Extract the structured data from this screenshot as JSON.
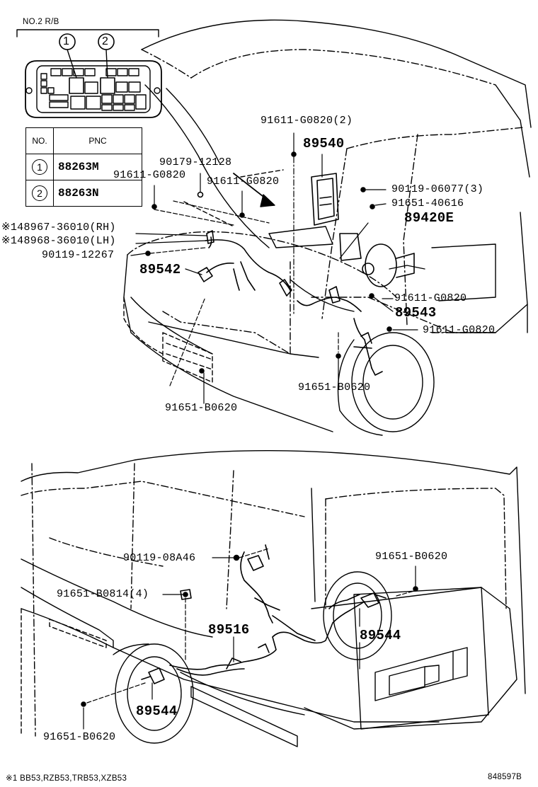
{
  "relay_block": {
    "title": "NO.2 R/B",
    "marker_1": "1",
    "marker_2": "2"
  },
  "pnc_table": {
    "headers": [
      "NO.",
      "PNC"
    ],
    "rows": [
      {
        "no": "1",
        "pnc": "88263M"
      },
      {
        "no": "2",
        "pnc": "88263N"
      }
    ]
  },
  "front_labels": {
    "p91611_g0820_2": "91611-G0820(2)",
    "p89540": "89540",
    "p90179_12128": "90179-12128",
    "p91611_g0820_a": "91611-G0820",
    "p91611_g0820_b": "91611-G0820",
    "p90119_06077_3": "90119-06077(3)",
    "p91651_40616": "91651-40616",
    "p89420e": "89420E",
    "p148967_rh": "※148967-36010(RH)",
    "p148968_lh": "※148968-36010(LH)",
    "p90119_12267": "90119-12267",
    "p89542": "89542",
    "p91611_g0820_c": "91611-G0820",
    "p89543": "89543",
    "p91611_g0820_d": "91611-G0820",
    "p91651_b0620_a": "91651-B0620",
    "p91651_b0620_b": "91651-B0620"
  },
  "rear_labels": {
    "p90119_08a46": "90119-08A46",
    "p91651_b0620_c": "91651-B0620",
    "p91651_b0814_4": "91651-B0814(4)",
    "p89516": "89516",
    "p89544_a": "89544",
    "p89544_b": "89544",
    "p91651_b0620_d": "91651-B0620"
  },
  "footnote": "※1 BB53,RZB53,TRB53,XZB53",
  "diagram_code": "848597B"
}
